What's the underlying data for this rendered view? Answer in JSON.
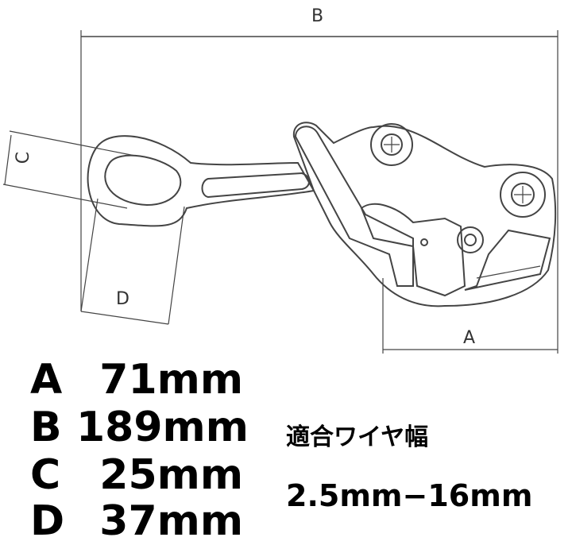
{
  "drawing": {
    "dimension_letters": {
      "a": "A",
      "b": "B",
      "c": "C",
      "d": "D"
    }
  },
  "specs": [
    {
      "key": "A",
      "value": "71mm"
    },
    {
      "key": "B",
      "value": "189mm"
    },
    {
      "key": "C",
      "value": "25mm"
    },
    {
      "key": "D",
      "value": "37mm"
    }
  ],
  "wire": {
    "title": "適合ワイヤ幅",
    "range": "2.5mm−16mm"
  },
  "colors": {
    "line": "#444444",
    "text": "#000000",
    "background": "#ffffff"
  }
}
